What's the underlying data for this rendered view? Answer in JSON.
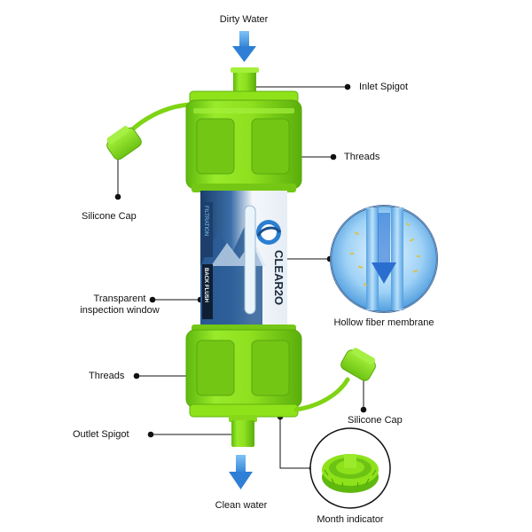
{
  "labels": {
    "dirty_water": "Dirty Water",
    "inlet_spigot": "Inlet Spigot",
    "threads_top": "Threads",
    "silicone_cap_left": "Silicone Cap",
    "transparent_window_line1": "Transparent",
    "transparent_window_line2": "inspection window",
    "hollow_fiber": "Hollow fiber membrane",
    "threads_bottom": "Threads",
    "silicone_cap_right": "Silicone Cap",
    "outlet_spigot": "Outlet Spigot",
    "clean_water": "Clean water",
    "month_indicator": "Month indicator"
  },
  "product": {
    "brand": "CLEAR2O",
    "filtration": "FILTRATION",
    "back_flush": "BACK FLUSH"
  },
  "colors": {
    "housing_green": "#8ee21a",
    "arrow_blue": "#3a8fe0"
  }
}
